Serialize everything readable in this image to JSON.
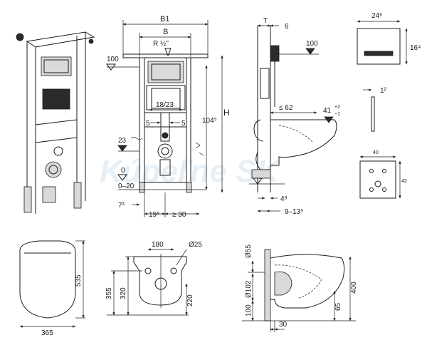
{
  "watermark": "Kúpeľne SK",
  "front_view": {
    "top_width_label": "B1",
    "inner_width_label": "B",
    "pipe_label": "R ½\"",
    "height_label": "H",
    "height_value": "104⁵",
    "top_level": "100",
    "spacing_label": "18/23",
    "left_offset": "5",
    "right_offset": "5",
    "drain_height": "23",
    "floor_level": "0",
    "floor_range": "0–20",
    "bottom_offset": "7³",
    "center_offset": "19⁵",
    "min_side": "≥ 30"
  },
  "side_view": {
    "depth_label": "T",
    "gap": "6",
    "top_level": "100",
    "projection": "≤ 62",
    "seat_height": "41",
    "seat_tol_plus": "+2",
    "seat_tol_minus": "−1",
    "foot_offset": "4⁸",
    "depth_range": "9–13⁵"
  },
  "button_plate": {
    "width": "24⁶",
    "height": "16⁴",
    "thickness": "1²"
  },
  "wall_plate": {
    "width": "40",
    "height": "42"
  },
  "seat_view": {
    "length": "535",
    "width": "365"
  },
  "bowl_rear_view": {
    "hole_spacing": "180",
    "hole_diameter": "Ø25",
    "height_total": "355",
    "height_holes": "320",
    "hole_height": "220"
  },
  "bowl_side_view": {
    "outlet_d": "Ø55",
    "pipe_d": "Ø102",
    "bottom_height": "100",
    "total_height": "400",
    "drop": "65",
    "wall_gap": "30"
  }
}
